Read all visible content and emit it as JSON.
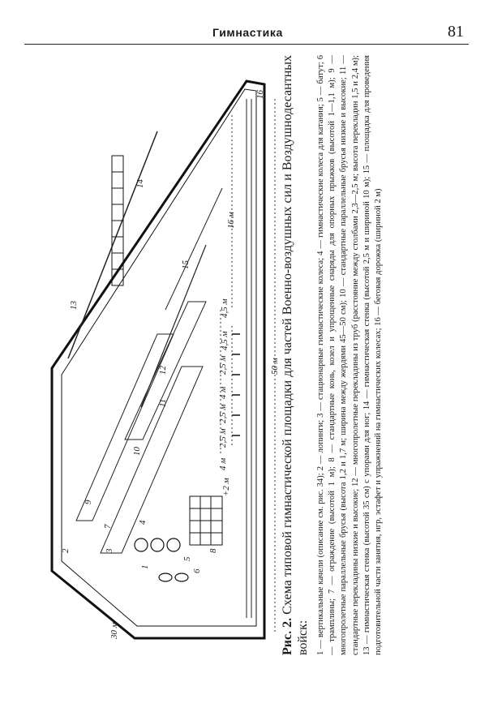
{
  "header": {
    "running_title": "Гимнастика",
    "page_number": "81"
  },
  "figure": {
    "label": "Рис. 2.",
    "title": "Схема типовой гимнастической площадки для частей Военно-воздушных сил и Воздушнодесантных войск:",
    "legend_text": "1 — вертикальные качели (описание см. рис. 34); 2 — лопинги; 3 — стационарные гимнастические колеса; 4 — гимнастические колеса для катания; 5 — батут; 6 — трамплины; 7 — ограждение (высотой 1 м); 8 — стандартные конь, козел и упрощенные снаряды для опорных прыжков (высотой 1—1,1 м); 9 — многопролетные параллельные брусья (высота 1,2 и 1,7 м; ширина между жердями 45—50 см); 10 — стандартные параллельные брусья низкие и высокие; 11 — стандартные перекладины низкие и высокие; 12 — многопролетные перекладины из труб (расстояние между столбами 2,3—2,5 м; высота перекладин 1,5 и 2,4 м); 13 — гимнастическая стенка (высотой 35 см) с упорами для ног; 14 — гимнастическая стенка (высотой 2,5 м и шириной 10 м); 15 — площадка для проведения подготовительной части занятия, игр, эстафет и упражнений на гимнастических колесах; 16 — беговая дорожка (шириной 2 м)",
    "dimensions": {
      "length": "50 м",
      "width": "30 м",
      "track": "16 м",
      "span_a": "4,5 м",
      "span_b": "4,5 м",
      "span_c": "2,5 м",
      "span_d": "4 м",
      "span_e": "2,5 м",
      "span_f": "2,5 м",
      "span_g": "4 м",
      "span_h": "+2 м"
    },
    "numbers": [
      "1",
      "2",
      "3",
      "4",
      "5",
      "6",
      "7",
      "8",
      "9",
      "10",
      "11",
      "12",
      "13",
      "14",
      "15",
      "16"
    ]
  }
}
